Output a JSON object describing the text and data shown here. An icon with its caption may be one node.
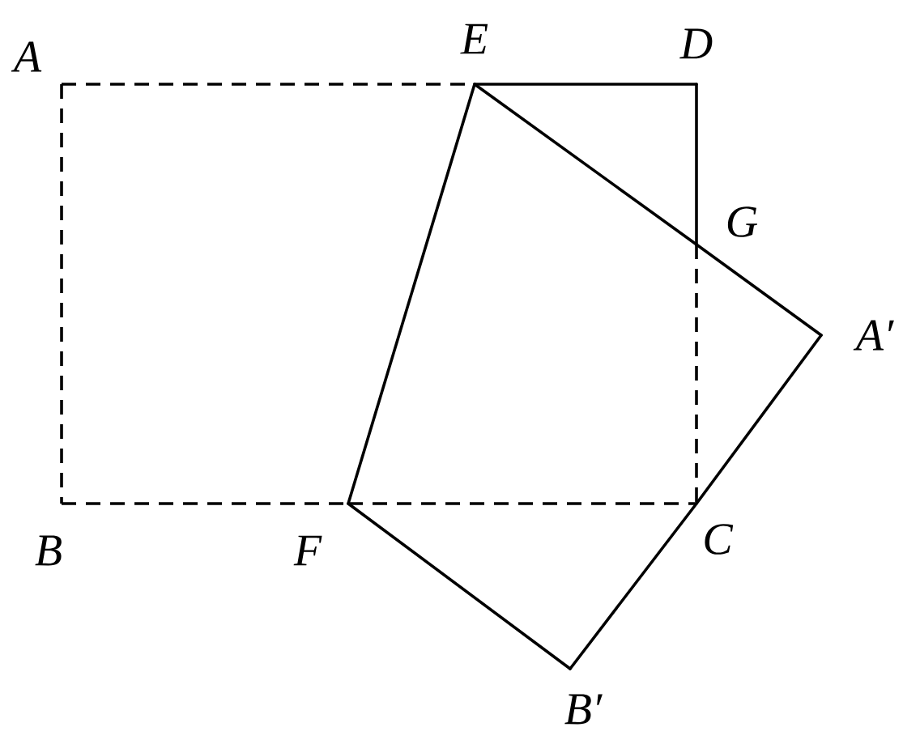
{
  "diagram": {
    "nodes": [
      {
        "text": [
          "A"
        ]
      },
      {
        "text": [
          "E"
        ]
      },
      {
        "text": [
          "D"
        ]
      },
      {
        "text": [
          "G"
        ]
      },
      {
        "text": [
          "A′"
        ]
      },
      {
        "text": [
          "B"
        ]
      },
      {
        "text": [
          "F"
        ]
      },
      {
        "text": [
          "C"
        ]
      },
      {
        "text": [
          "B′"
        ]
      }
    ],
    "edges": [
      {
        "from": 0,
        "to": 1,
        "arrow": "none",
        "style": "dashed"
      },
      {
        "from": 0,
        "to": 5,
        "arrow": "none",
        "style": "dashed"
      },
      {
        "from": 5,
        "to": 6,
        "arrow": "none",
        "style": "dashed"
      },
      {
        "from": 6,
        "to": 7,
        "arrow": "none",
        "style": "dashed"
      },
      {
        "from": 3,
        "to": 7,
        "arrow": "none",
        "style": "dashed"
      },
      {
        "from": 1,
        "to": 2,
        "arrow": "none"
      },
      {
        "from": 2,
        "to": 3,
        "arrow": "none"
      },
      {
        "from": 1,
        "to": 6,
        "arrow": "none"
      },
      {
        "from": 1,
        "to": 3,
        "arrow": "none"
      },
      {
        "from": 3,
        "to": 4,
        "arrow": "none"
      },
      {
        "from": 4,
        "to": 7,
        "arrow": "none"
      },
      {
        "from": 7,
        "to": 8,
        "arrow": "none"
      },
      {
        "from": 6,
        "to": 8,
        "arrow": "none"
      }
    ]
  }
}
